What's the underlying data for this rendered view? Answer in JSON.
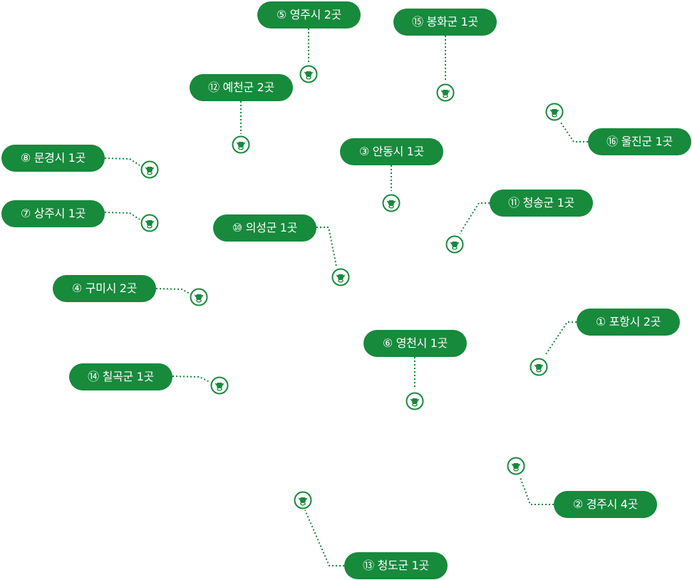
{
  "accent_color": "#178a3c",
  "marker_icon": "cow-head-icon",
  "regions": [
    {
      "id": "pohang",
      "label": "① 포항시 2곳"
    },
    {
      "id": "gyeongju",
      "label": "② 경주시 4곳"
    },
    {
      "id": "andong",
      "label": "③ 안동시 1곳"
    },
    {
      "id": "gumi",
      "label": "④ 구미시 2곳"
    },
    {
      "id": "yeongju",
      "label": "⑤ 영주시 2곳"
    },
    {
      "id": "yeongcheon",
      "label": "⑥ 영천시 1곳"
    },
    {
      "id": "sangju",
      "label": "⑦ 상주시 1곳"
    },
    {
      "id": "mungyeong",
      "label": "⑧ 문경시 1곳"
    },
    {
      "id": "uiseong",
      "label": "⑩ 의성군 1곳"
    },
    {
      "id": "cheongsong",
      "label": "⑪ 청송군 1곳"
    },
    {
      "id": "yecheon",
      "label": "⑫ 예천군 2곳"
    },
    {
      "id": "cheongdo",
      "label": "⑬ 청도군 1곳"
    },
    {
      "id": "chilgok",
      "label": "⑭ 칠곡군 1곳"
    },
    {
      "id": "bonghwa",
      "label": "⑮ 봉화군 1곳"
    },
    {
      "id": "uljin",
      "label": "⑯ 울진군 1곳"
    }
  ]
}
